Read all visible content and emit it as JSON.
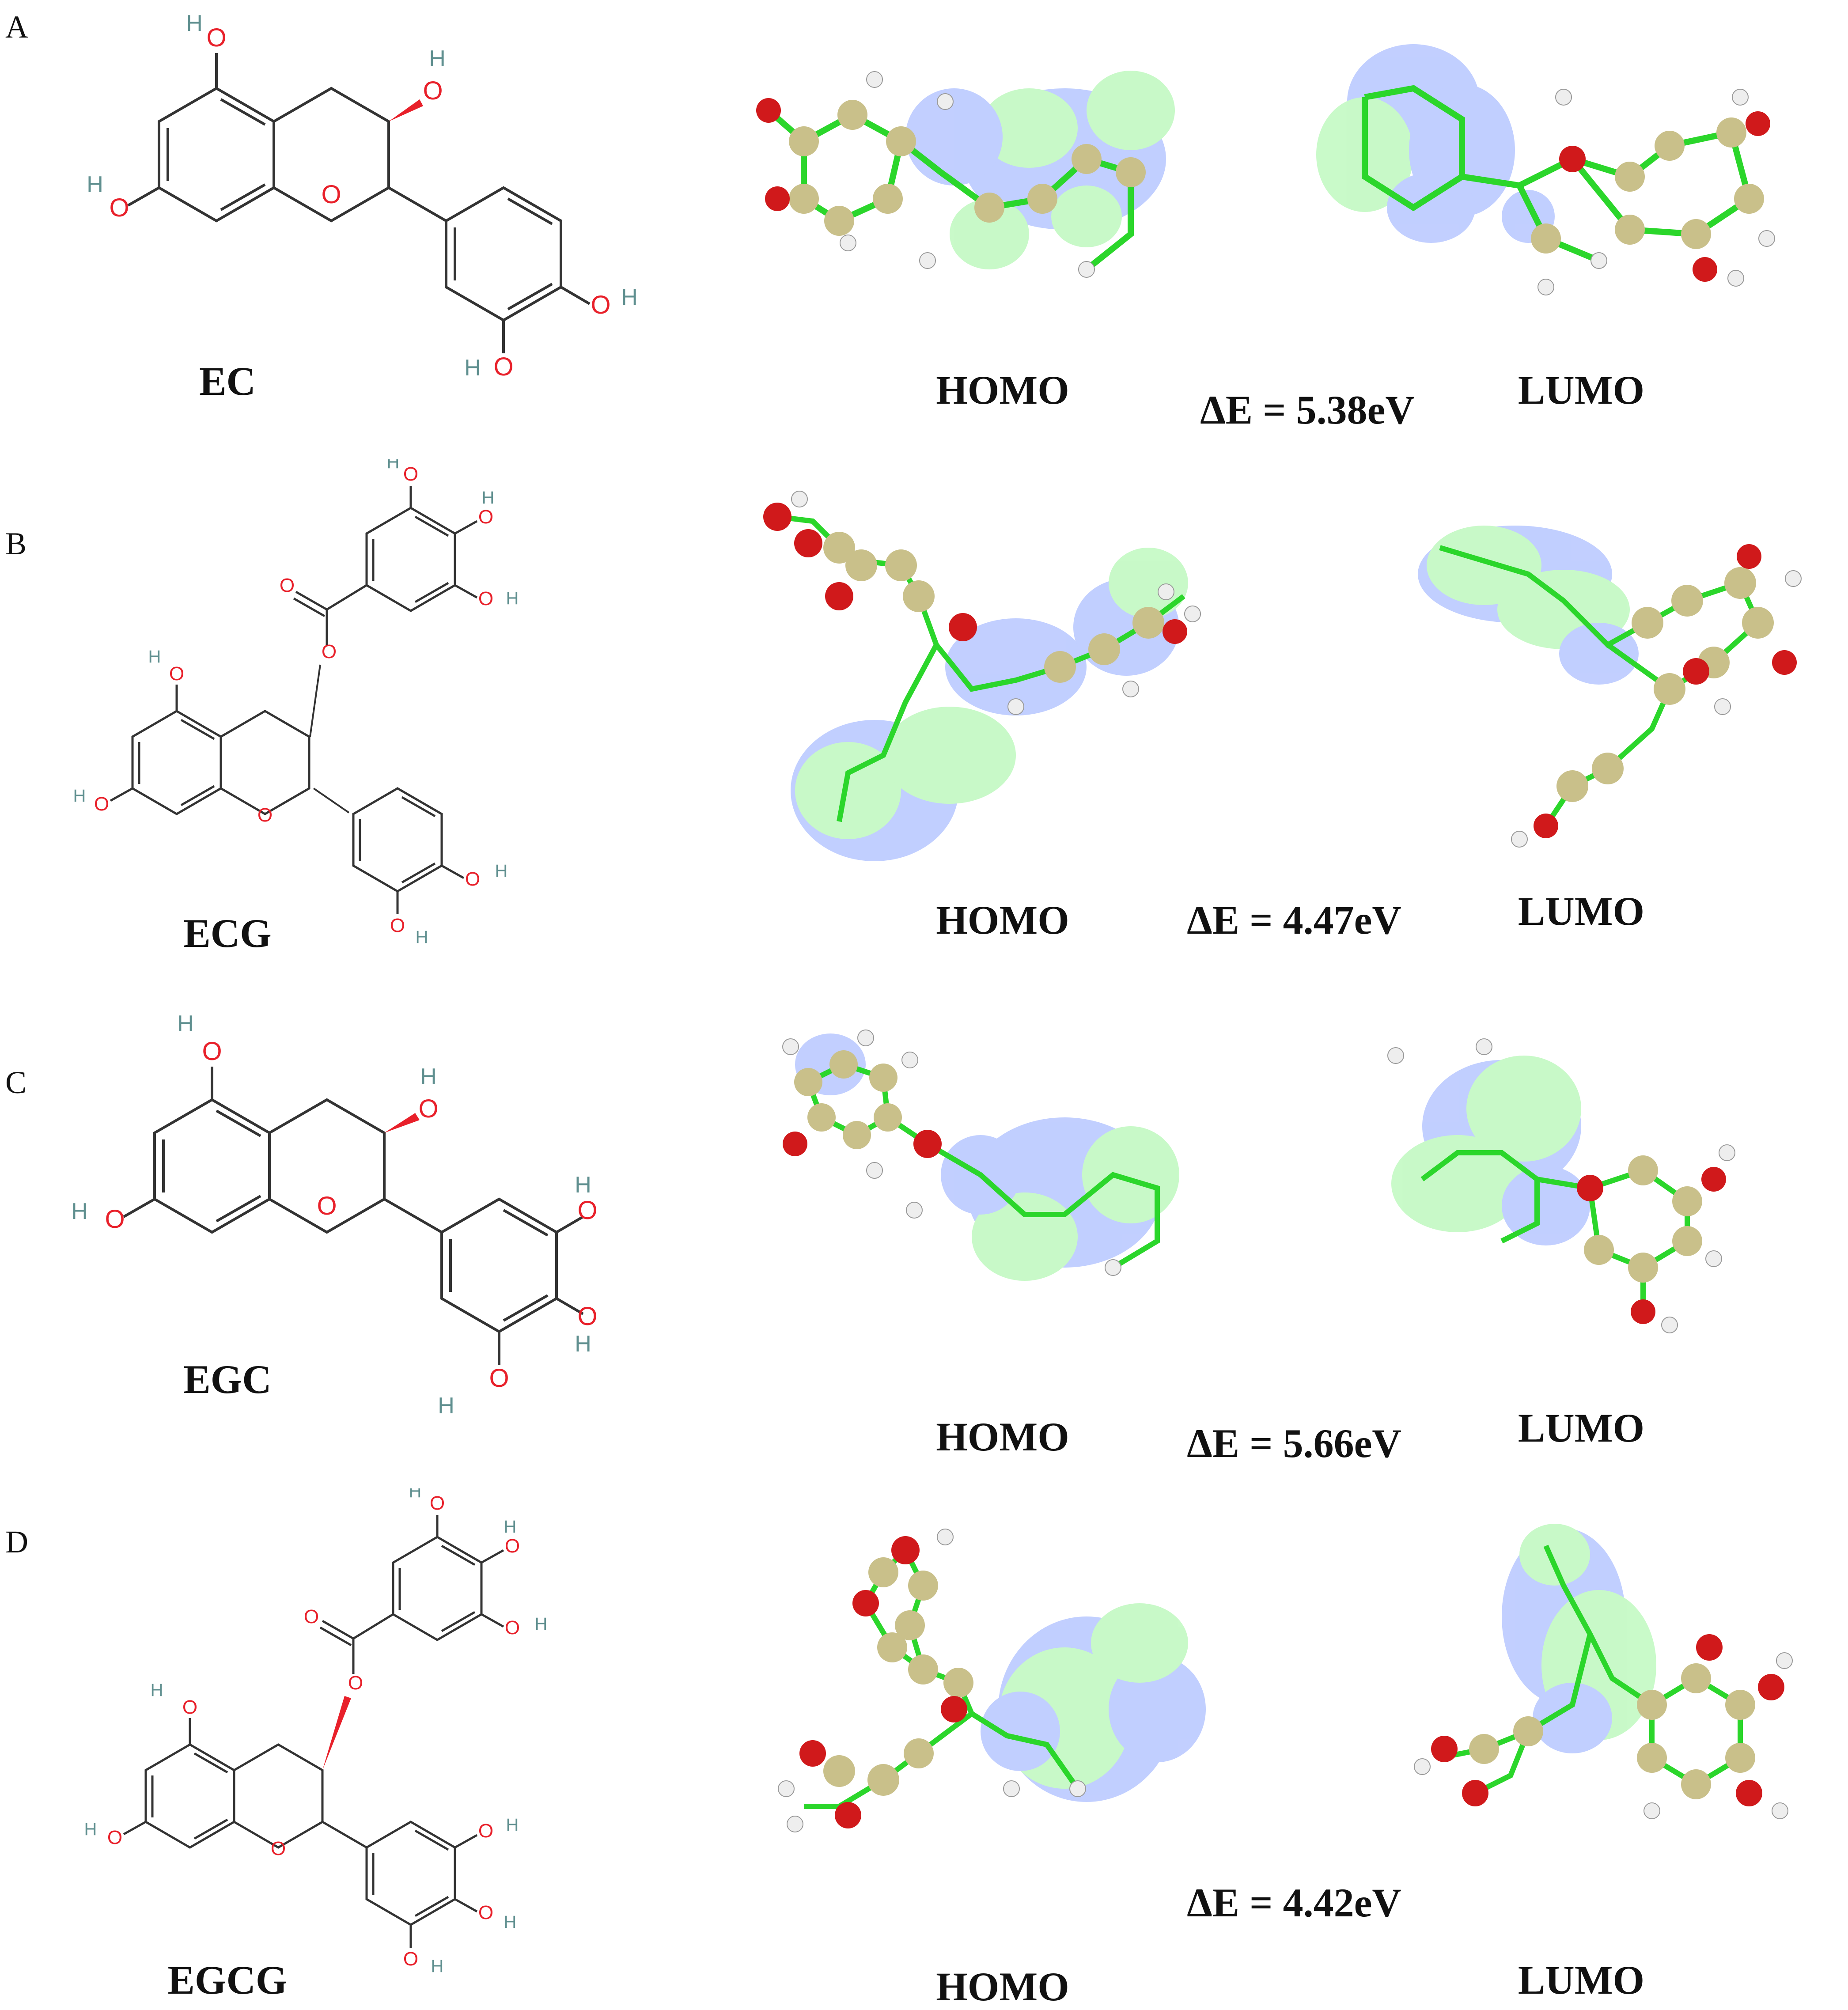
{
  "panels": [
    {
      "letter": "A",
      "compound": "EC",
      "homo": "HOMO",
      "lumo": "LUMO",
      "gap": "ΔE = 5.38eV"
    },
    {
      "letter": "B",
      "compound": "ECG",
      "homo": "HOMO",
      "lumo": "LUMO",
      "gap": "ΔE = 4.47eV"
    },
    {
      "letter": "C",
      "compound": "EGC",
      "homo": "HOMO",
      "lumo": "LUMO",
      "gap": "ΔE = 5.66eV"
    },
    {
      "letter": "D",
      "compound": "EGCG",
      "homo": "HOMO",
      "lumo": "LUMO",
      "gap": "ΔE = 4.42eV"
    }
  ],
  "atom_labels": {
    "oxygen": "O",
    "hydrogen": "H"
  },
  "colors": {
    "oxygen": "#e8202a",
    "hydrogen": "#5f8f8f",
    "bond": "#333333",
    "orbital_blue": "#8fa8ff",
    "orbital_green": "#9cf59c",
    "carbon_atom": "#c9c08a",
    "oxygen_atom": "#d0191b",
    "hydrogen_atom": "#eeeeee",
    "model_bond": "#2bd62b"
  }
}
